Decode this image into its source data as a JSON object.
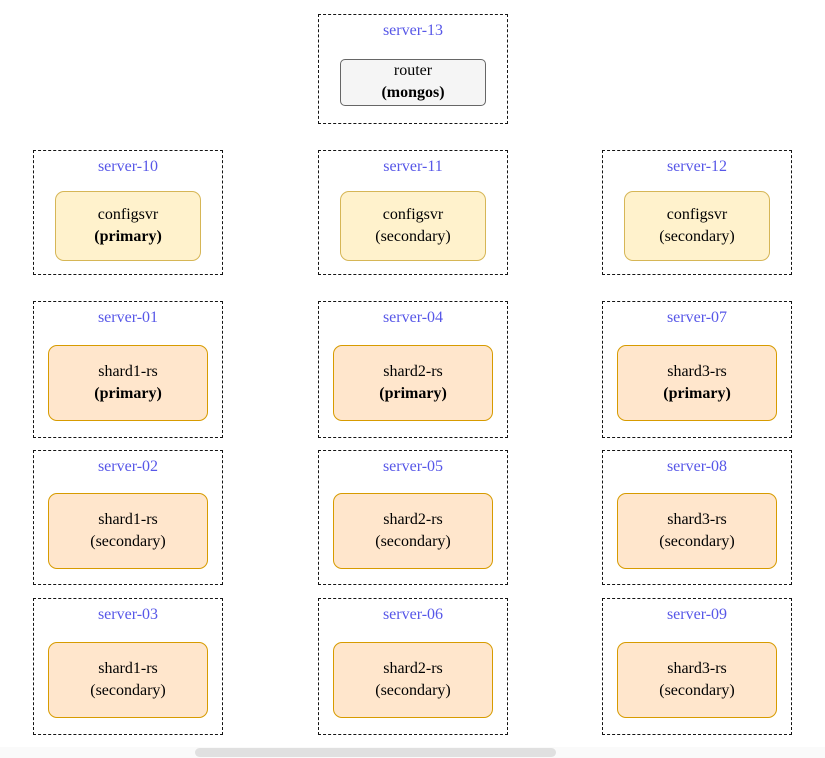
{
  "diagram": {
    "nodes": [
      {
        "server": "server-13",
        "service": "router",
        "role": "(mongos)"
      },
      {
        "server": "server-10",
        "service": "configsvr",
        "role": "(primary)"
      },
      {
        "server": "server-11",
        "service": "configsvr",
        "role": "(secondary)"
      },
      {
        "server": "server-12",
        "service": "configsvr",
        "role": "(secondary)"
      },
      {
        "server": "server-01",
        "service": "shard1-rs",
        "role": "(primary)"
      },
      {
        "server": "server-04",
        "service": "shard2-rs",
        "role": "(primary)"
      },
      {
        "server": "server-07",
        "service": "shard3-rs",
        "role": "(primary)"
      },
      {
        "server": "server-02",
        "service": "shard1-rs",
        "role": "(secondary)"
      },
      {
        "server": "server-05",
        "service": "shard2-rs",
        "role": "(secondary)"
      },
      {
        "server": "server-08",
        "service": "shard3-rs",
        "role": "(secondary)"
      },
      {
        "server": "server-03",
        "service": "shard1-rs",
        "role": "(secondary)"
      },
      {
        "server": "server-06",
        "service": "shard2-rs",
        "role": "(secondary)"
      },
      {
        "server": "server-09",
        "service": "shard3-rs",
        "role": "(secondary)"
      }
    ]
  },
  "colors": {
    "server_label": "#5757e8",
    "dashed_border": "#141414",
    "router_fill": "#f5f5f5",
    "router_stroke": "#666666",
    "config_fill": "#fff2cc",
    "config_stroke": "#d6b656",
    "shard_fill": "#ffe6cc",
    "shard_stroke": "#d79b00",
    "scrollbar_track": "#fafafa",
    "scrollbar_thumb": "#e0e0e0"
  }
}
